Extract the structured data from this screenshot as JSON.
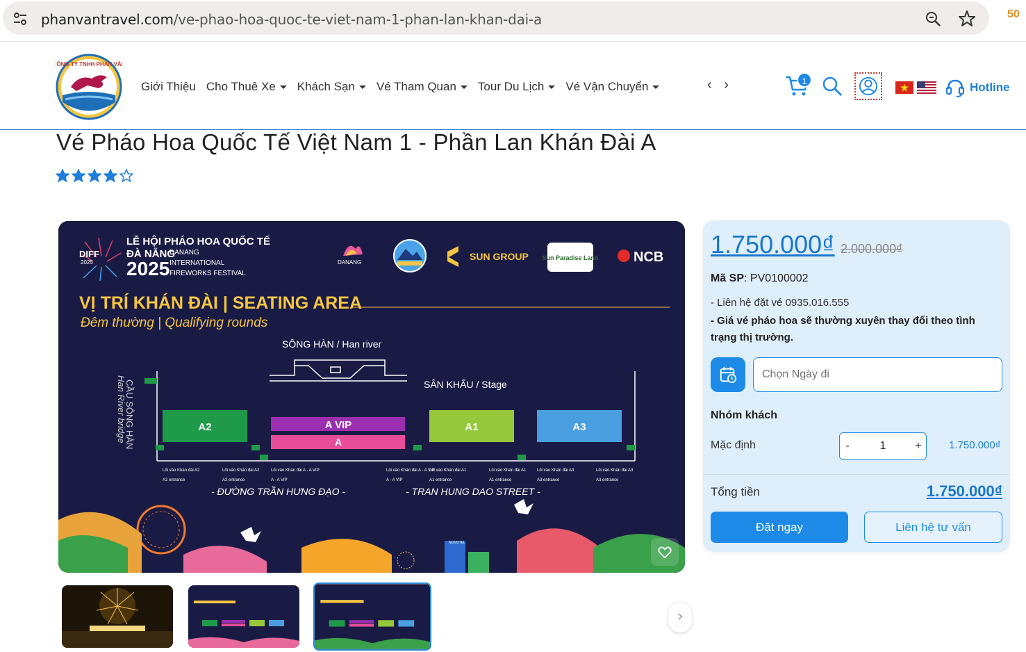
{
  "browser": {
    "url_domain": "phanvantravel.com",
    "url_path": "/ve-phao-hoa-quoc-te-viet-nam-1-phan-lan-khan-dai-a",
    "extension_badge": "50"
  },
  "header": {
    "logo_text": "CÔNG TY TNHH PHAN VĂN",
    "nav": [
      "Giới Thiệu",
      "Cho Thuê Xe",
      "Khách Sạn",
      "Vé Tham Quan",
      "Tour Du Lịch",
      "Vé Vận Chuyển"
    ],
    "nav_arrows": "‹ ›",
    "cart_count": "1",
    "hotline_label": "Hotline"
  },
  "product": {
    "title": "Vé Pháo Hoa Quốc Tế Việt Nam 1 - Phần Lan Khán Đài A",
    "rating": 4,
    "rating_max": 5
  },
  "image": {
    "event_title": "LỄ HỘI PHÁO HOA QUỐC TẾ",
    "event_city": "ĐÀ NẴNG",
    "event_year": "2025",
    "event_sub_1": "DANANG",
    "event_sub_2": "INTERNATIONAL",
    "event_sub_3": "FIREWORKS FESTIVAL",
    "diff": "DIFF",
    "diff_year": "2025",
    "sponsor_sungroup": "SUN GROUP",
    "sponsor_ncb": "NCB",
    "sponsor_danang": "DANANG",
    "sponsor_sunparadise": "Sun Paradise Land",
    "heading": "VỊ TRÍ KHÁN ĐÀI | SEATING AREA",
    "subheading": "Đêm thường | Qualifying rounds",
    "river": "SÔNG HÀN / Han river",
    "stage": "SÂN KHẤU / Stage",
    "bridge_1": "CẦU SÔNG HÀN",
    "bridge_2": "Han River bridge",
    "zone_a2": "A2",
    "zone_avip": "A VIP",
    "zone_a": "A",
    "zone_a1": "A1",
    "zone_a3": "A3",
    "street_vi": "- ĐƯỜNG TRẦN HƯNG ĐẠO -",
    "street_en": "- TRAN HUNG DAO STREET -",
    "entrances": [
      "Lối vào Khán đài A2",
      "Lối vào Khán đài A2",
      "Lối vào Khán đài A - A VIP",
      "Lối vào Khán đài A - A VIP",
      "Lối vào Khán đài A1",
      "Lối vào Khán đài A1",
      "Lối vào Khán đài A3",
      "Lối vào Khán đài A3"
    ],
    "entrances_en": [
      "A2 entrance",
      "A2 entrance",
      "A - A VIP",
      "A - A VIP",
      "A1 entrance",
      "A1 entrance",
      "A3 entrance",
      "A3 entrance"
    ],
    "novotel": "NOVOTEL"
  },
  "booking": {
    "price": "1.750.000₫",
    "old_price": "2.000.000₫",
    "sku_label": "Mã SP",
    "sku_value": ": PV0100002",
    "contact_note": "- Liên hệ đặt vé 0935.016.555",
    "price_note": "- Giá vé pháo hoa sẽ thường xuyên thay đổi theo tình trạng thị trường.",
    "date_placeholder": "Chọn Ngày đi",
    "group_label": "Nhóm khách",
    "default_label": "Mặc định",
    "minus": "-",
    "qty": "1",
    "plus": "+",
    "line_price": "1.750.000₫",
    "total_label": "Tổng tiền",
    "total_value": "1.750.000₫",
    "book_label": "Đặt ngay",
    "consult_label": "Liên hệ tư vấn"
  },
  "colors": {
    "brand_blue": "#1e8ae8",
    "panel_bg": "#deeefa",
    "image_bg": "#1a1b45"
  }
}
